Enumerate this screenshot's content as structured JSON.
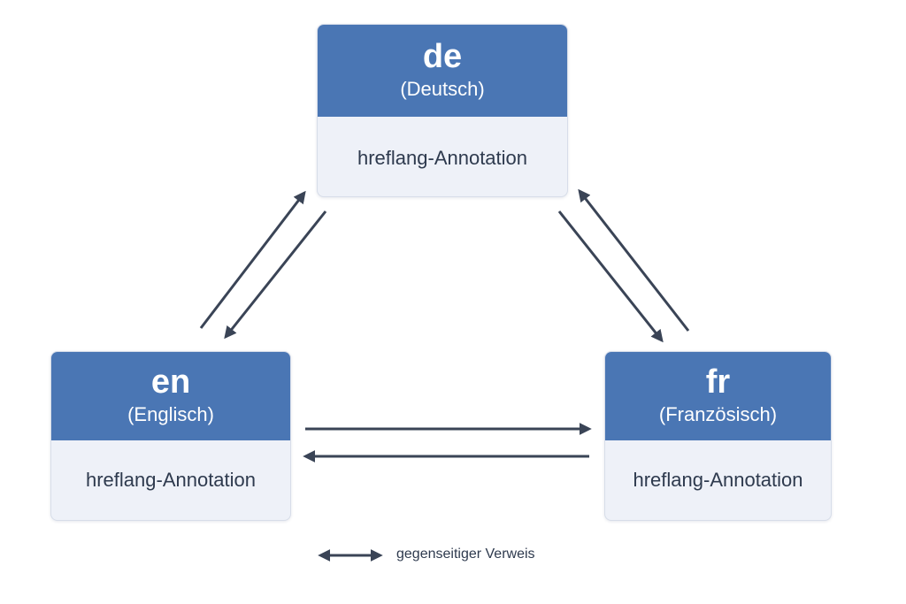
{
  "nodes": {
    "de": {
      "code": "de",
      "name": "(Deutsch)",
      "annotation": "hreflang-Annotation"
    },
    "en": {
      "code": "en",
      "name": "(Englisch)",
      "annotation": "hreflang-Annotation"
    },
    "fr": {
      "code": "fr",
      "name": "(Französisch)",
      "annotation": "hreflang-Annotation"
    }
  },
  "legend": {
    "label": "gegenseitiger Verweis",
    "icon": "double-arrow-icon"
  },
  "colors": {
    "header": "#4a76b4",
    "body": "#eef1f8",
    "arrow": "#3a4456",
    "text": "#2e3a4e"
  }
}
